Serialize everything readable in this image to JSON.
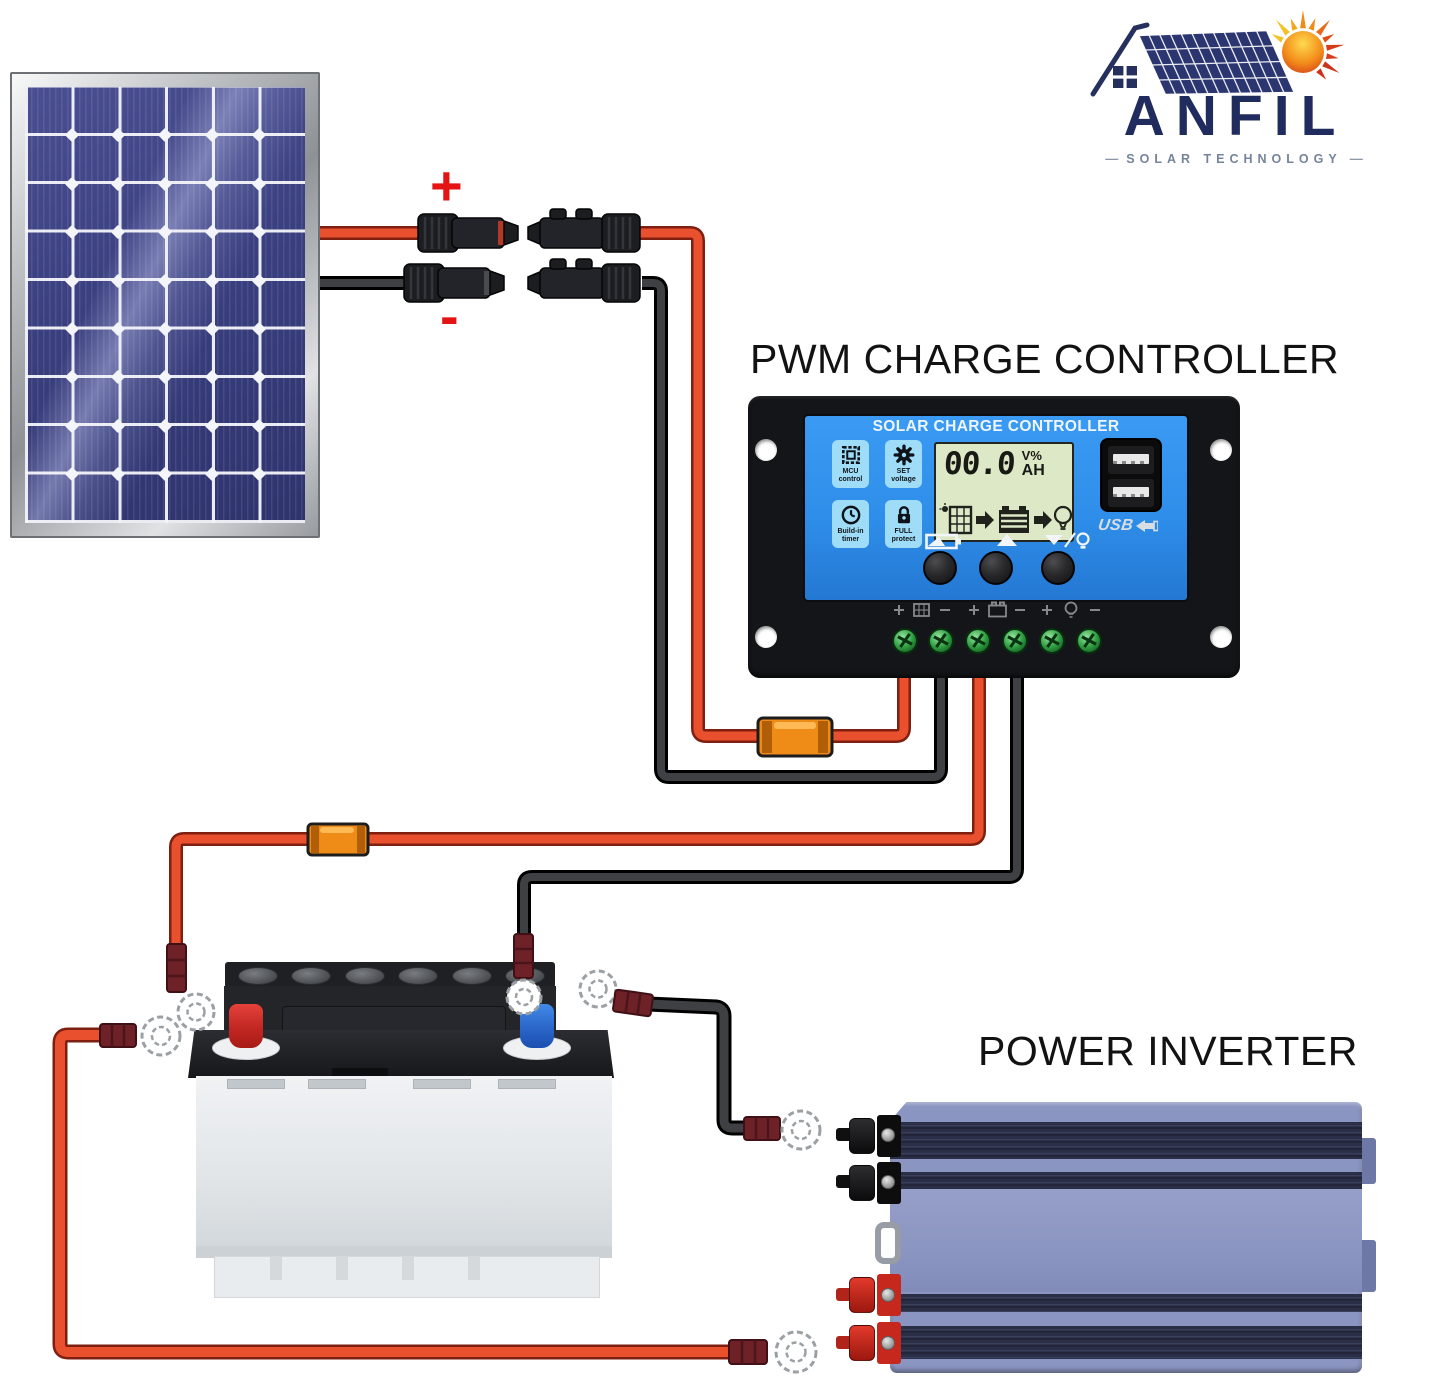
{
  "labels": {
    "pwm_controller": "PWM CHARGE CONTROLLER",
    "power_inverter": "POWER INVERTER",
    "plus": "+",
    "minus": "-"
  },
  "logo": {
    "brand": "ANFIL",
    "tagline": "SOLAR TECHNOLOGY",
    "dash": "—"
  },
  "controller": {
    "title": "SOLAR CHARGE CONTROLLER",
    "tiles": [
      {
        "line1": "MCU",
        "line2": "control",
        "icon": "chip-icon"
      },
      {
        "line1": "SET",
        "line2": "voltage",
        "icon": "gear-icon"
      },
      {
        "line1": "Build-in",
        "line2": "timer",
        "icon": "clock-icon"
      },
      {
        "line1": "FULL",
        "line2": "protect",
        "icon": "lock-icon"
      }
    ],
    "lcd": {
      "value": "00.0",
      "unit_top": "V%",
      "unit_bottom": "AH"
    },
    "usb_label": "USB"
  },
  "colors": {
    "wire_red": "#e8502e",
    "wire_black": "#3a3a3a",
    "fuse_orange": "#ef8c17",
    "controller_blue": "#2e8ee9",
    "tile_blue": "#9fdcf8",
    "lcd_green": "#dde8c6",
    "battery_positive_red": "#d8352c",
    "battery_negative_blue": "#2f6fd6",
    "logo_navy": "#202b5e",
    "sign_red": "#e41414"
  }
}
